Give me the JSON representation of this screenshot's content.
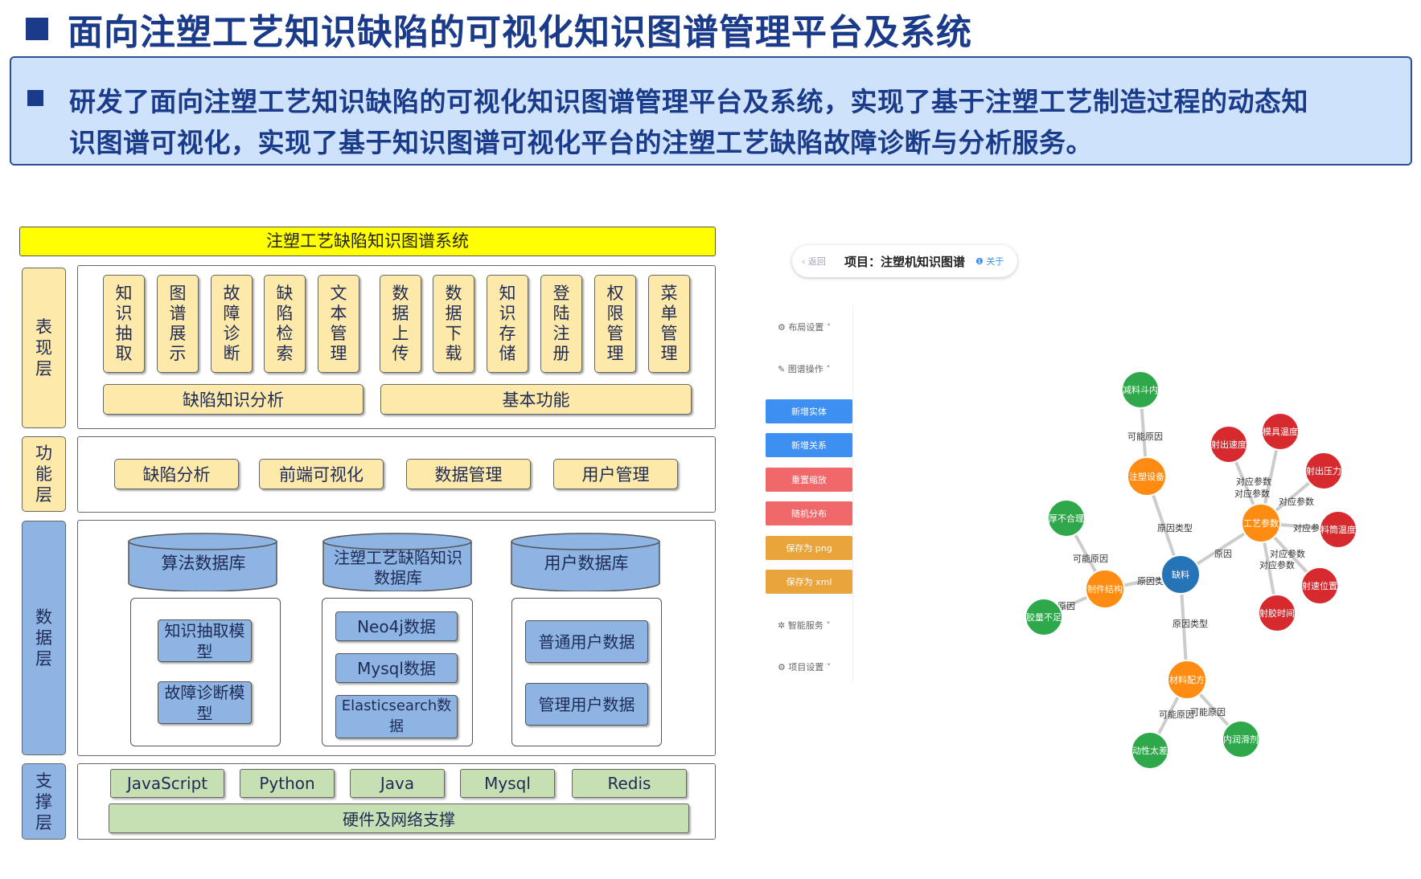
{
  "header": {
    "title": "面向注塑工艺知识缺陷的可视化知识图谱管理平台及系统",
    "desc_line_1": "研发了面向注塑工艺知识缺陷的可视化知识图谱管理平台及系统，实现了基于注塑工艺制造过程的动态知",
    "desc_line_2": "识图谱可视化，实现了基于知识图谱可视化平台的注塑工艺缺陷故障诊断与分析服务。"
  },
  "architecture": {
    "title": "注塑工艺缺陷知识图谱系统",
    "layers": {
      "presentation": "表现层",
      "function": "功能层",
      "data": "数据层",
      "support": "支撑层"
    },
    "presentation_items": [
      "知识抽取",
      "图谱展示",
      "故障诊断",
      "缺陷检索",
      "文本管理",
      "数据上传",
      "数据下载",
      "知识存储",
      "登陆注册",
      "权限管理",
      "菜单管理"
    ],
    "presentation_groups": [
      "缺陷知识分析",
      "基本功能"
    ],
    "function_items": [
      "缺陷分析",
      "前端可视化",
      "数据管理",
      "用户管理"
    ],
    "databases": [
      "算法数据库",
      "注塑工艺缺陷知识数据库",
      "用户数据库"
    ],
    "db1_items": [
      "知识抽取模型",
      "故障诊断模型"
    ],
    "db2_items": [
      "Neo4j数据",
      "Mysql数据",
      "Elasticsearch数据"
    ],
    "db3_items": [
      "普通用户数据",
      "管理用户数据"
    ],
    "support_items": [
      "JavaScript",
      "Python",
      "Java",
      "Mysql",
      "Redis"
    ],
    "support_base": "硬件及网络支撑"
  },
  "kg_ui": {
    "back": "返回",
    "project": "项目：注塑机知识图谱",
    "about": "关于",
    "menus": [
      "布局设置",
      "图谱操作",
      "智能服务",
      "项目设置"
    ],
    "buttons": [
      {
        "label": "新增实体",
        "color": "#3d8ff2"
      },
      {
        "label": "新增关系",
        "color": "#3d8ff2"
      },
      {
        "label": "重置缩放",
        "color": "#f0686a"
      },
      {
        "label": "随机分布",
        "color": "#f0686a"
      },
      {
        "label": "保存为 png",
        "color": "#e9a43b"
      },
      {
        "label": "保存为 xml",
        "color": "#e9a43b"
      }
    ]
  },
  "graph": {
    "colors": {
      "center": "#2674b8",
      "orange": "#ff8c12",
      "green": "#2ea84a",
      "red": "#d62a2f",
      "edge": "#cccccc"
    },
    "center": "缺料",
    "hubs": [
      "注塑设备",
      "工艺参数",
      "制件结构",
      "材料配方"
    ],
    "leaves": [
      "减料斗内",
      "模具温度",
      "射出速度",
      "射出压力",
      "料筒温度",
      "射速位置",
      "射胶时间",
      "厚不合理",
      "胶量不足",
      "动性太差",
      "内润滑剂"
    ],
    "edge_labels": [
      "可能原因",
      "原因类型",
      "对应参数",
      "对应参数",
      "对应参数",
      "对应参数",
      "对应参数",
      "对应参数",
      "原因",
      "可能原因",
      "原因类型",
      "可能原因",
      "原因类型",
      "可能原因",
      "可能原因"
    ]
  }
}
